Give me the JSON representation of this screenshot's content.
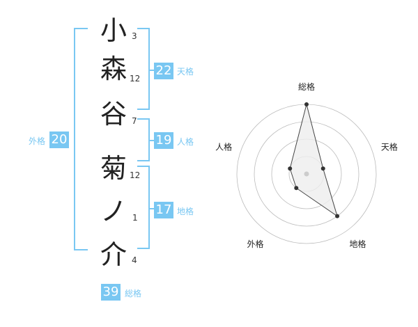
{
  "name_chars": [
    {
      "char": "小",
      "strokes": "3"
    },
    {
      "char": "森",
      "strokes": "12"
    },
    {
      "char": "谷",
      "strokes": "7"
    },
    {
      "char": "菊",
      "strokes": "12"
    },
    {
      "char": "ノ",
      "strokes": "1"
    },
    {
      "char": "介",
      "strokes": "4"
    }
  ],
  "kaku": {
    "tenkaku": {
      "value": "22",
      "label": "天格"
    },
    "jinkaku": {
      "value": "19",
      "label": "人格"
    },
    "chikaku": {
      "value": "17",
      "label": "地格"
    },
    "gaikaku": {
      "value": "20",
      "label": "外格"
    },
    "soukaku": {
      "value": "39",
      "label": "総格"
    }
  },
  "chart_data": {
    "type": "radar",
    "axes": [
      "総格",
      "天格",
      "地格",
      "外格",
      "人格"
    ],
    "values": [
      4,
      1,
      3,
      1,
      1
    ],
    "max": 4,
    "rings": 4,
    "colors": {
      "ring": "#bbbbbb",
      "fill": "#eeeeee",
      "line": "#444444",
      "point": "#333333",
      "center": "#cccccc"
    }
  }
}
